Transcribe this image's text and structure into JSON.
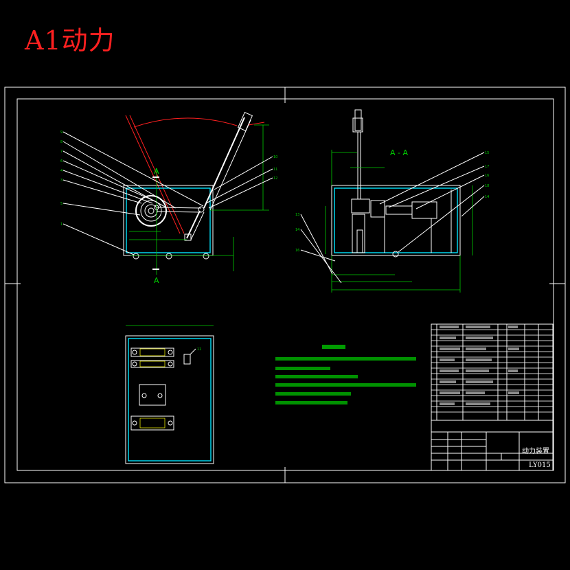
{
  "sheet": {
    "title": "A1动力",
    "section_label_top": "A",
    "section_label_bottom": "A",
    "section_view_title": "A - A",
    "balloon_left": [
      "9",
      "8",
      "7",
      "6",
      "4",
      "3",
      "5",
      "1"
    ],
    "balloon_right": [
      "10",
      "11",
      "12"
    ],
    "balloon_section_right": [
      "15",
      "17",
      "16",
      "18",
      "14"
    ],
    "balloon_section_left": [
      "13",
      "14",
      "16"
    ],
    "balloon_plan": "11"
  },
  "title_block": {
    "drawing_name": "动力装置",
    "drawing_code": "LY015"
  },
  "colors": {
    "background": "#000000",
    "title": "#ff2020",
    "outline": "#ffffff",
    "hidden_wall": "#00e5ff",
    "dimension": "#00d000",
    "arc": "#ff2020"
  }
}
